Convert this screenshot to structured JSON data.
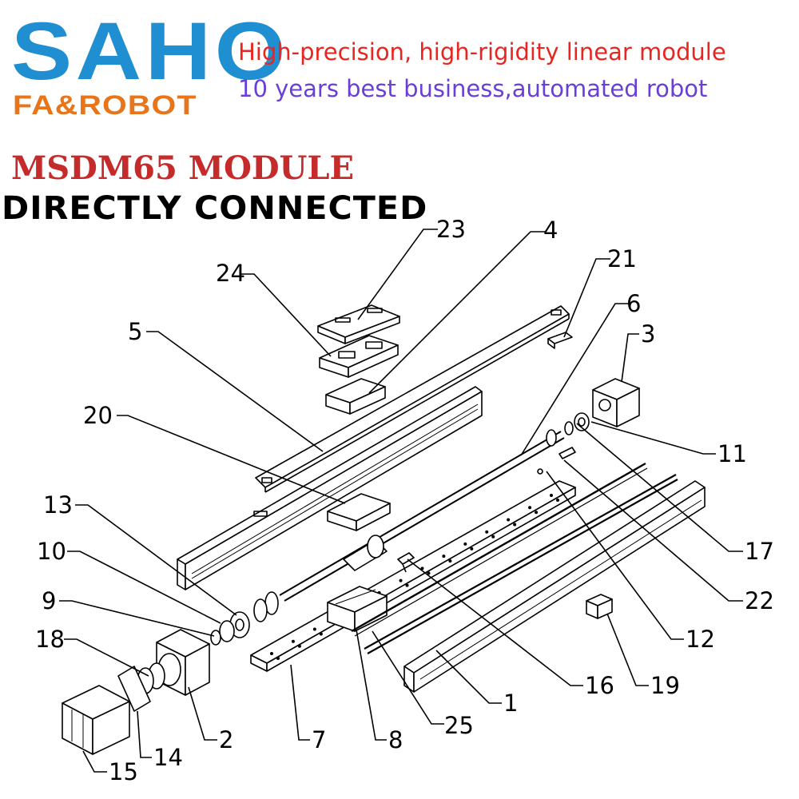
{
  "logo": {
    "brand": "SAHO",
    "tagline": "FA&ROBOT",
    "brand_color": "#1f8fd1",
    "tagline_color": "#e8751a"
  },
  "header": {
    "line1": "High-precision, high-rigidity linear module",
    "line2": "10 years best business,automated robot",
    "line1_color": "#e8261f",
    "line2_color": "#6a3ed8"
  },
  "title": {
    "model": "MSDM65 MODULE",
    "subtitle": "DIRECTLY CONNECTED",
    "model_color": "#c62b2b"
  },
  "parts": {
    "p1": "1",
    "p2": "2",
    "p3": "3",
    "p4": "4",
    "p5": "5",
    "p6": "6",
    "p7": "7",
    "p8": "8",
    "p9": "9",
    "p10": "10",
    "p11": "11",
    "p12": "12",
    "p13": "13",
    "p14": "14",
    "p15": "15",
    "p16": "16",
    "p17": "17",
    "p18": "18",
    "p19": "19",
    "p20": "20",
    "p21": "21",
    "p22": "22",
    "p23": "23",
    "p24": "24",
    "p25": "25"
  }
}
